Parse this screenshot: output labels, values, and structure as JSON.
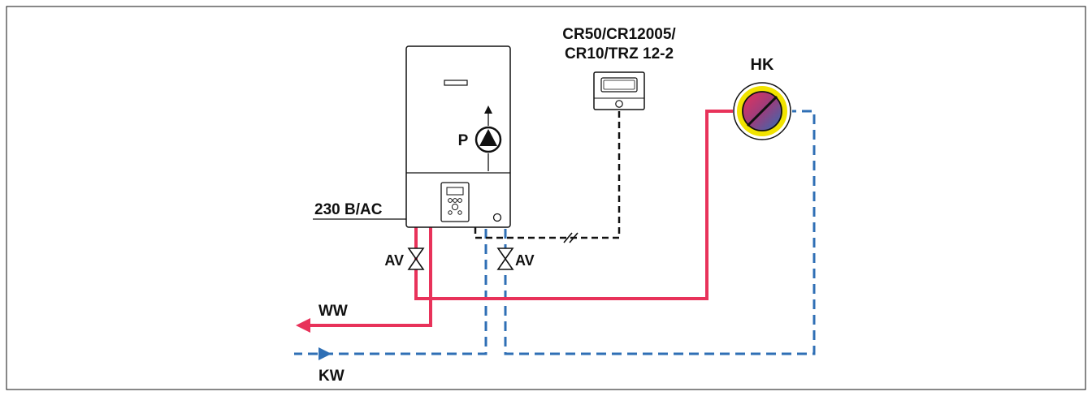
{
  "labels": {
    "controller_line1": "CR50/CR12005/",
    "controller_line2": "CR10/TRZ 12-2",
    "hk": "HK",
    "pump": "P",
    "power": "230 В/AC",
    "av_left": "AV",
    "av_right": "AV",
    "ww": "WW",
    "kw": "KW"
  },
  "colors": {
    "hot_line": "#e8325a",
    "cold_line": "#2f6fb5",
    "signal_line": "#111111",
    "radiator_ring": "#f1e300"
  },
  "icons": {
    "pump": "pump-icon",
    "valve": "valve-icon",
    "radiator": "radiator-icon",
    "controller": "room-controller-icon",
    "boiler": "boiler-icon"
  }
}
